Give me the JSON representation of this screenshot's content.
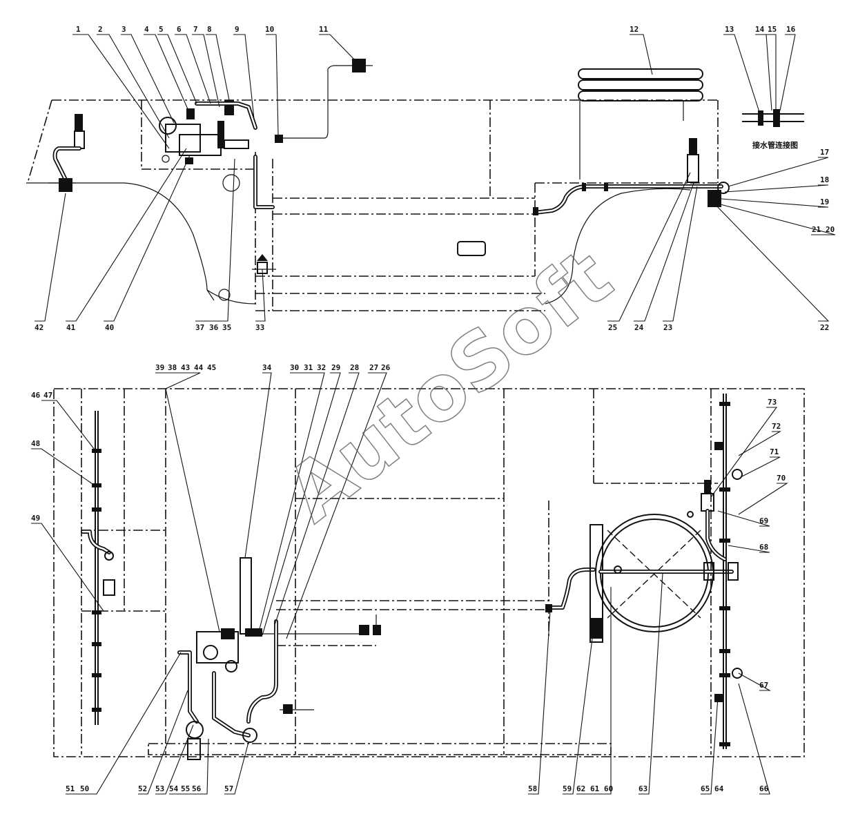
{
  "watermark": "AutoSoft",
  "detail_note": "接水管连接图",
  "callouts_top": [
    "1",
    "2",
    "3",
    "4",
    "5",
    "6",
    "7",
    "8",
    "9",
    "10",
    "11",
    "12",
    "13",
    "14",
    "15",
    "16",
    "17",
    "18",
    "19",
    "20",
    "21",
    "22",
    "23",
    "24",
    "25",
    "33",
    "35",
    "36",
    "37",
    "40",
    "41",
    "42"
  ],
  "callouts_bottom": [
    "26",
    "27",
    "28",
    "29",
    "30",
    "31",
    "32",
    "34",
    "38",
    "39",
    "43",
    "44",
    "45",
    "46",
    "47",
    "48",
    "49",
    "50",
    "51",
    "52",
    "53",
    "54",
    "55",
    "56",
    "57",
    "58",
    "59",
    "60",
    "61",
    "62",
    "63",
    "64",
    "65",
    "66",
    "67",
    "68",
    "69",
    "70",
    "71",
    "72",
    "73"
  ]
}
